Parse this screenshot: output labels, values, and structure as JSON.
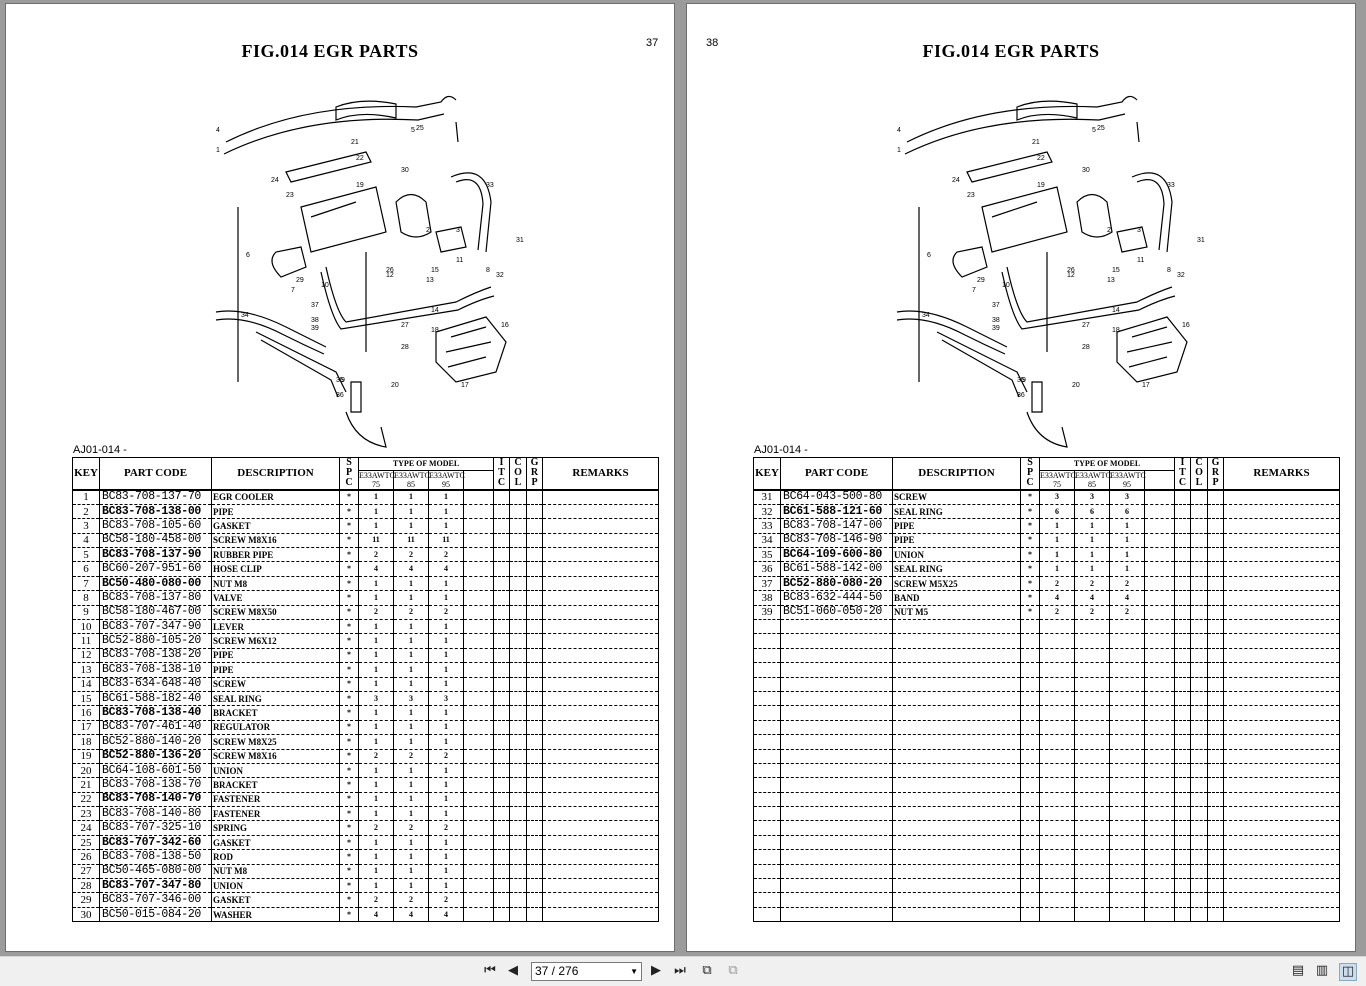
{
  "document": {
    "title": "FIG.014  EGR  PARTS",
    "ref": "AJ01-014 -",
    "headers": {
      "key": "KEY",
      "code": "PART CODE",
      "desc": "DESCRIPTION",
      "spc": "S P C",
      "type": "TYPE OF MODEL",
      "m1": "E33AWTC 75",
      "m2": "E33AWTC 85",
      "m3": "E33AWTC 95",
      "itc": "I T C",
      "col": "C O L",
      "grp": "G R P",
      "remarks": "REMARKS"
    }
  },
  "left_page": {
    "number": "37",
    "rows": [
      {
        "key": "1",
        "code": "BC83-708-137-70",
        "desc": "EGR COOLER",
        "spc": "*",
        "q": [
          "1",
          "1",
          "1"
        ]
      },
      {
        "key": "2",
        "code": "BC83-708-138-00",
        "desc": "PIPE",
        "spc": "*",
        "q": [
          "1",
          "1",
          "1"
        ]
      },
      {
        "key": "3",
        "code": "BC83-708-105-60",
        "desc": "GASKET",
        "spc": "*",
        "q": [
          "1",
          "1",
          "1"
        ]
      },
      {
        "key": "4",
        "code": "BC58-180-458-00",
        "desc": "SCREW M8X16",
        "spc": "*",
        "q": [
          "11",
          "11",
          "11"
        ]
      },
      {
        "key": "5",
        "code": "BC83-708-137-90",
        "desc": "RUBBER PIPE",
        "spc": "*",
        "q": [
          "2",
          "2",
          "2"
        ]
      },
      {
        "key": "6",
        "code": "BC60-207-951-60",
        "desc": "HOSE CLIP",
        "spc": "*",
        "q": [
          "4",
          "4",
          "4"
        ]
      },
      {
        "key": "7",
        "code": "BC50-480-080-00",
        "desc": "NUT M8",
        "spc": "*",
        "q": [
          "1",
          "1",
          "1"
        ]
      },
      {
        "key": "8",
        "code": "BC83-708-137-80",
        "desc": "VALVE",
        "spc": "*",
        "q": [
          "1",
          "1",
          "1"
        ]
      },
      {
        "key": "9",
        "code": "BC58-180-467-00",
        "desc": "SCREW M8X50",
        "spc": "*",
        "q": [
          "2",
          "2",
          "2"
        ]
      },
      {
        "key": "10",
        "code": "BC83-707-347-90",
        "desc": "LEVER",
        "spc": "*",
        "q": [
          "1",
          "1",
          "1"
        ]
      },
      {
        "key": "11",
        "code": "BC52-880-105-20",
        "desc": "SCREW M6X12",
        "spc": "*",
        "q": [
          "1",
          "1",
          "1"
        ]
      },
      {
        "key": "12",
        "code": "BC83-708-138-20",
        "desc": "PIPE",
        "spc": "*",
        "q": [
          "1",
          "1",
          "1"
        ]
      },
      {
        "key": "13",
        "code": "BC83-708-138-10",
        "desc": "PIPE",
        "spc": "*",
        "q": [
          "1",
          "1",
          "1"
        ]
      },
      {
        "key": "14",
        "code": "BC83-634-648-40",
        "desc": "SCREW",
        "spc": "*",
        "q": [
          "1",
          "1",
          "1"
        ]
      },
      {
        "key": "15",
        "code": "BC61-588-182-40",
        "desc": "SEAL RING",
        "spc": "*",
        "q": [
          "3",
          "3",
          "3"
        ]
      },
      {
        "key": "16",
        "code": "BC83-708-138-40",
        "desc": "BRACKET",
        "spc": "*",
        "q": [
          "1",
          "1",
          "1"
        ]
      },
      {
        "key": "17",
        "code": "BC83-707-461-40",
        "desc": "REGULATOR",
        "spc": "*",
        "q": [
          "1",
          "1",
          "1"
        ]
      },
      {
        "key": "18",
        "code": "BC52-880-140-20",
        "desc": "SCREW M8X25",
        "spc": "*",
        "q": [
          "1",
          "1",
          "1"
        ]
      },
      {
        "key": "19",
        "code": "BC52-880-136-20",
        "desc": "SCREW M8X16",
        "spc": "*",
        "q": [
          "2",
          "2",
          "2"
        ]
      },
      {
        "key": "20",
        "code": "BC64-108-601-50",
        "desc": "UNION",
        "spc": "*",
        "q": [
          "1",
          "1",
          "1"
        ]
      },
      {
        "key": "21",
        "code": "BC83-708-138-70",
        "desc": "BRACKET",
        "spc": "*",
        "q": [
          "1",
          "1",
          "1"
        ]
      },
      {
        "key": "22",
        "code": "BC83-708-140-70",
        "desc": "FASTENER",
        "spc": "*",
        "q": [
          "1",
          "1",
          "1"
        ]
      },
      {
        "key": "23",
        "code": "BC83-708-140-80",
        "desc": "FASTENER",
        "spc": "*",
        "q": [
          "1",
          "1",
          "1"
        ]
      },
      {
        "key": "24",
        "code": "BC83-707-325-10",
        "desc": "SPRING",
        "spc": "*",
        "q": [
          "2",
          "2",
          "2"
        ]
      },
      {
        "key": "25",
        "code": "BC83-707-342-60",
        "desc": "GASKET",
        "spc": "*",
        "q": [
          "1",
          "1",
          "1"
        ]
      },
      {
        "key": "26",
        "code": "BC83-708-138-50",
        "desc": "ROD",
        "spc": "*",
        "q": [
          "1",
          "1",
          "1"
        ]
      },
      {
        "key": "27",
        "code": "BC50-465-080-00",
        "desc": "NUT M8",
        "spc": "*",
        "q": [
          "1",
          "1",
          "1"
        ]
      },
      {
        "key": "28",
        "code": "BC83-707-347-80",
        "desc": "UNION",
        "spc": "*",
        "q": [
          "1",
          "1",
          "1"
        ]
      },
      {
        "key": "29",
        "code": "BC83-707-346-00",
        "desc": "GASKET",
        "spc": "*",
        "q": [
          "2",
          "2",
          "2"
        ]
      },
      {
        "key": "30",
        "code": "BC50-015-084-20",
        "desc": "WASHER",
        "spc": "*",
        "q": [
          "4",
          "4",
          "4"
        ]
      }
    ]
  },
  "right_page": {
    "number": "38",
    "rows": [
      {
        "key": "31",
        "code": "BC64-043-500-80",
        "desc": "SCREW",
        "spc": "*",
        "q": [
          "3",
          "3",
          "3"
        ]
      },
      {
        "key": "32",
        "code": "BC61-588-121-60",
        "desc": "SEAL RING",
        "spc": "*",
        "q": [
          "6",
          "6",
          "6"
        ]
      },
      {
        "key": "33",
        "code": "BC83-708-147-00",
        "desc": "PIPE",
        "spc": "*",
        "q": [
          "1",
          "1",
          "1"
        ]
      },
      {
        "key": "34",
        "code": "BC83-708-146-90",
        "desc": "PIPE",
        "spc": "*",
        "q": [
          "1",
          "1",
          "1"
        ]
      },
      {
        "key": "35",
        "code": "BC64-109-600-80",
        "desc": "UNION",
        "spc": "*",
        "q": [
          "1",
          "1",
          "1"
        ]
      },
      {
        "key": "36",
        "code": "BC61-588-142-00",
        "desc": "SEAL RING",
        "spc": "*",
        "q": [
          "1",
          "1",
          "1"
        ]
      },
      {
        "key": "37",
        "code": "BC52-880-080-20",
        "desc": "SCREW M5X25",
        "spc": "*",
        "q": [
          "2",
          "2",
          "2"
        ]
      },
      {
        "key": "38",
        "code": "BC83-632-444-50",
        "desc": "BAND",
        "spc": "*",
        "q": [
          "4",
          "4",
          "4"
        ]
      },
      {
        "key": "39",
        "code": "BC51-060-050-20",
        "desc": "NUT M5",
        "spc": "*",
        "q": [
          "2",
          "2",
          "2"
        ]
      }
    ]
  },
  "diagram_labels": [
    "1",
    "2",
    "3",
    "4",
    "5",
    "6",
    "7",
    "8",
    "9",
    "10",
    "11",
    "12",
    "13",
    "14",
    "15",
    "16",
    "17",
    "18",
    "19",
    "20",
    "21",
    "22",
    "23",
    "24",
    "25",
    "26",
    "27",
    "28",
    "29",
    "30",
    "31",
    "32",
    "33",
    "34",
    "35",
    "36",
    "37",
    "38",
    "39"
  ],
  "toolbar": {
    "page_display": "37 / 276"
  }
}
